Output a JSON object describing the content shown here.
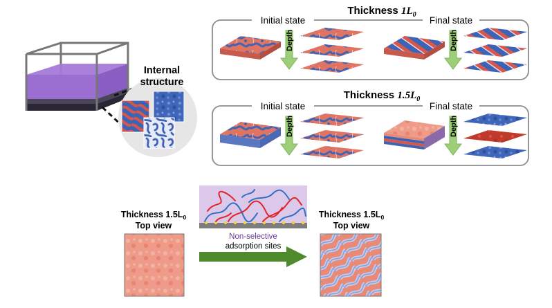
{
  "colors": {
    "red_domain": "#d9574a",
    "blue_domain": "#3d63b5",
    "light_red": "#f0a08f",
    "purple_film": "#a57ad8",
    "arrow_green": "#9ccf78",
    "green_arrow_dark": "#4f8a2c",
    "panel_border": "#8c8c8c",
    "substrate": "#2a2636",
    "adsorption_text": "#6a3a9a"
  },
  "panel_1L": {
    "title_prefix": "Thickness ",
    "title_sym": "1L",
    "title_sub": "0",
    "initial_label": "Initial state",
    "final_label": "Final state",
    "depth_label": "Depth"
  },
  "panel_15L": {
    "title_prefix": "Thickness ",
    "title_sym": "1.5L",
    "title_sub": "0",
    "initial_label": "Initial state",
    "final_label": "Final state",
    "depth_label": "Depth"
  },
  "internal": {
    "line1": "Internal",
    "line2": "structure"
  },
  "bottom": {
    "left_title_prefix": "Thickness 1.5L",
    "left_title_sub": "0",
    "left_subtitle": "Top view",
    "right_title_prefix": "Thickness 1.5L",
    "right_title_sub": "0",
    "right_subtitle": "Top view",
    "adsorption_line1": "Non-selective",
    "adsorption_line2": "adsorption sites"
  }
}
